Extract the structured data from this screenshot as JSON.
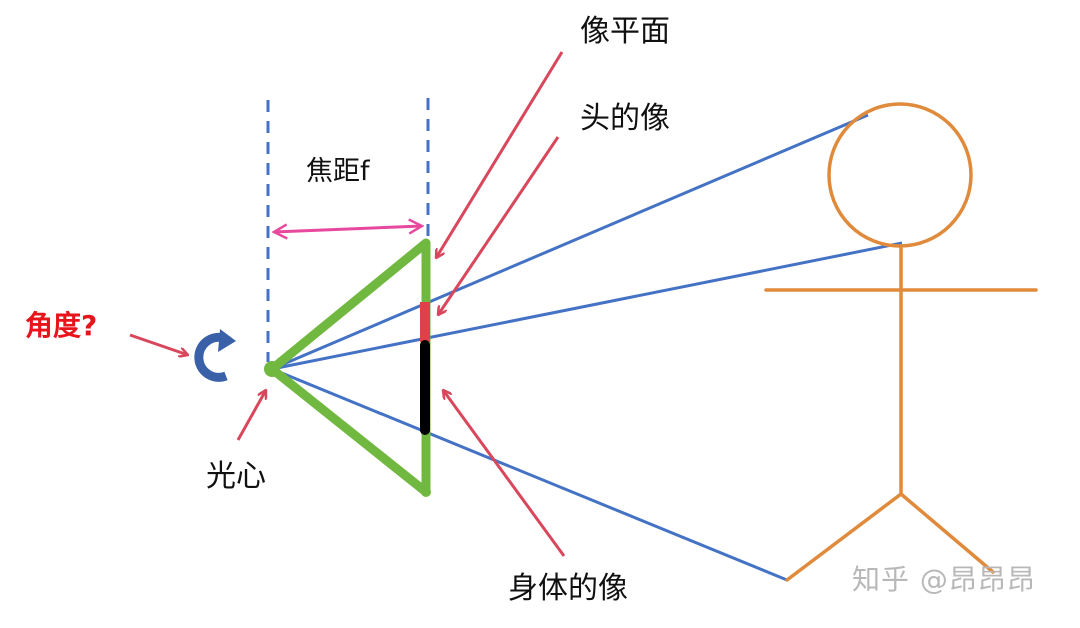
{
  "labels": {
    "image_plane": "像平面",
    "head_image": "头的像",
    "focal_length": "焦距f",
    "angle": "角度?",
    "optical_center": "光心",
    "body_image": "身体的像"
  },
  "watermark": "知乎 @昂昂昂",
  "colors": {
    "rays": "#4472c4",
    "camera_triangle": "#70b83f",
    "head_image": "#e0404a",
    "body_image": "#000000",
    "pointer_arrows": "#d9475c",
    "focal_arrow": "#e8489e",
    "stick_figure": "#e08a3c",
    "dashed_guides": "#4472c4",
    "rotation_icon": "#3a60a8",
    "angle_label": "#e8141c"
  }
}
